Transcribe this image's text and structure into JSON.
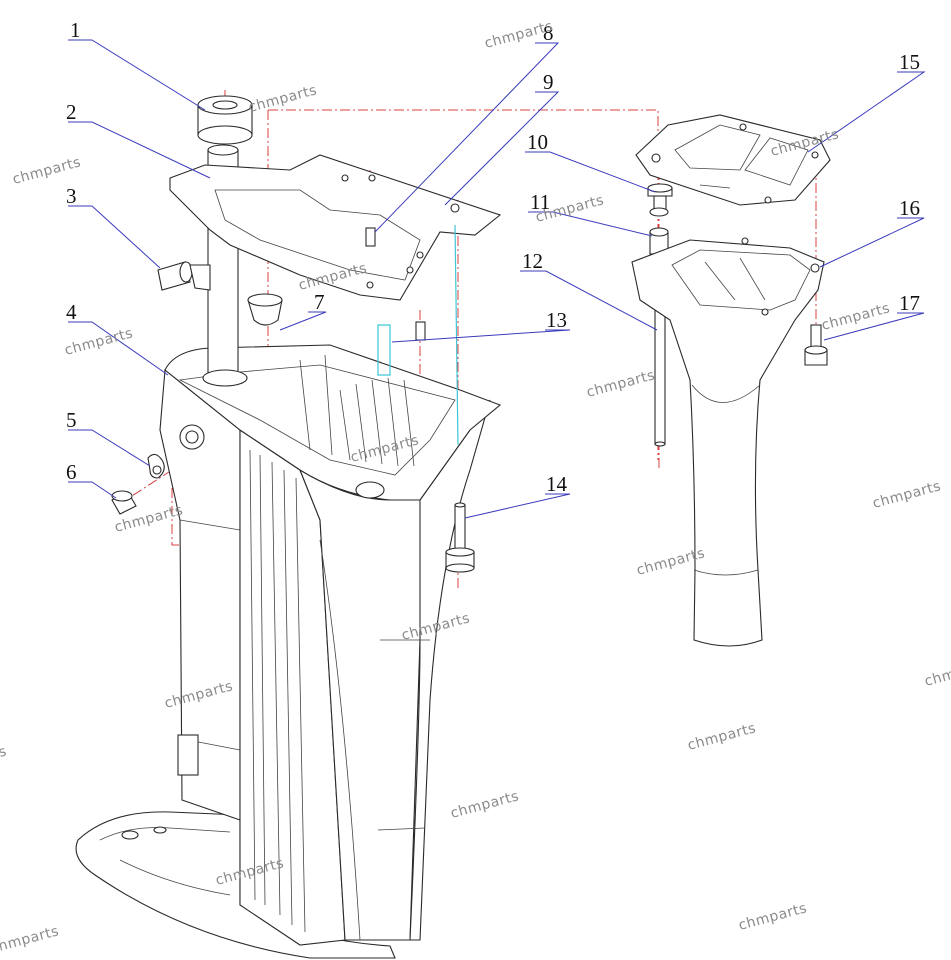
{
  "callouts": [
    {
      "id": "1",
      "label": "1"
    },
    {
      "id": "2",
      "label": "2"
    },
    {
      "id": "3",
      "label": "3"
    },
    {
      "id": "4",
      "label": "4"
    },
    {
      "id": "5",
      "label": "5"
    },
    {
      "id": "6",
      "label": "6"
    },
    {
      "id": "7",
      "label": "7"
    },
    {
      "id": "8",
      "label": "8"
    },
    {
      "id": "9",
      "label": "9"
    },
    {
      "id": "10",
      "label": "10"
    },
    {
      "id": "11",
      "label": "11"
    },
    {
      "id": "12",
      "label": "12"
    },
    {
      "id": "13",
      "label": "13"
    },
    {
      "id": "14",
      "label": "14"
    },
    {
      "id": "15",
      "label": "15"
    },
    {
      "id": "16",
      "label": "16"
    },
    {
      "id": "17",
      "label": "17"
    }
  ],
  "watermark": {
    "text": "chmparts",
    "partial_right": "chm",
    "partial_left": "s"
  },
  "colors": {
    "leader": "#3b3bbd",
    "centerline": "#d84040",
    "highlight": "#3ec6d6",
    "outline": "#2a2a2a",
    "watermark": "#8a8a8a"
  }
}
